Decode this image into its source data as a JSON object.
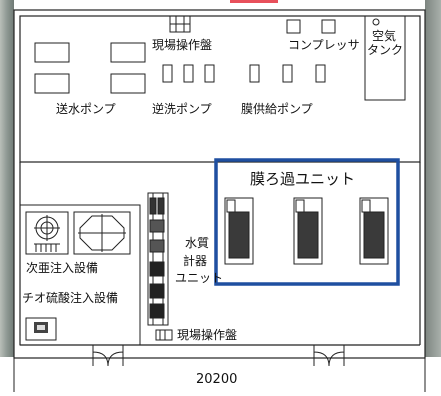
{
  "labels": {
    "local_panel_top": "現場操作盤",
    "compressor": "コンプレッサ",
    "air_tank_line1": "空気",
    "air_tank_line2": "タンク",
    "supply_pump": "送水ポンプ",
    "backwash_pump": "逆洗ポンプ",
    "membrane_feed_pump": "膜供給ポンプ",
    "membrane_unit": "膜ろ過ユニット",
    "water_quality_1": "水質",
    "water_quality_2": "計器",
    "water_quality_3": "ユニット",
    "hypochlorite": "次亜注入設備",
    "thiosulfate": "チオ硫酸注入設備",
    "local_panel_bottom": "現場操作盤",
    "width_dimension": "20200"
  },
  "colors": {
    "membrane_frame": "#1f4fa0",
    "photo_left": "#9aa39c",
    "photo_top_mark": "#e8505b"
  }
}
